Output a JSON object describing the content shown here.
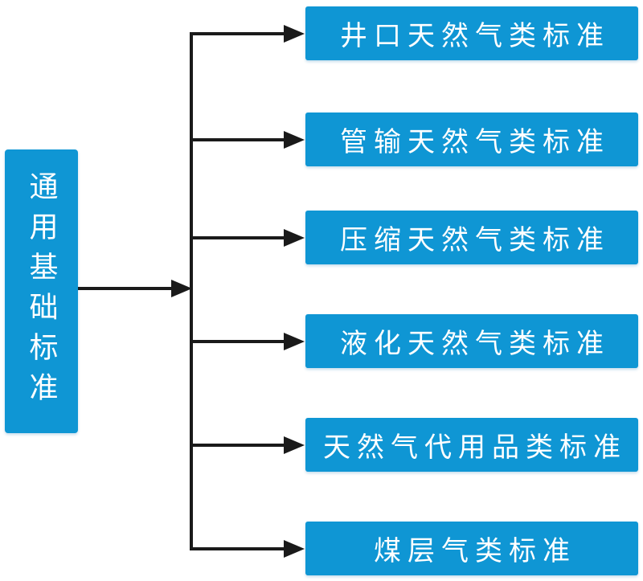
{
  "diagram": {
    "title": "natural-gas-standards-classification",
    "root": {
      "label": "通用基础标准"
    },
    "branches": [
      {
        "label": "井口天然气类标准"
      },
      {
        "label": "管输天然气类标准"
      },
      {
        "label": "压缩天然气类标准"
      },
      {
        "label": "液化天然气类标准"
      },
      {
        "label": "天然气代用品类标准"
      },
      {
        "label": "煤层气类标准"
      }
    ],
    "colors": {
      "box_fill": "#0f96d4",
      "box_text": "#ffffff",
      "connector_line": "#1a1a1a",
      "background": "#ffffff"
    }
  }
}
